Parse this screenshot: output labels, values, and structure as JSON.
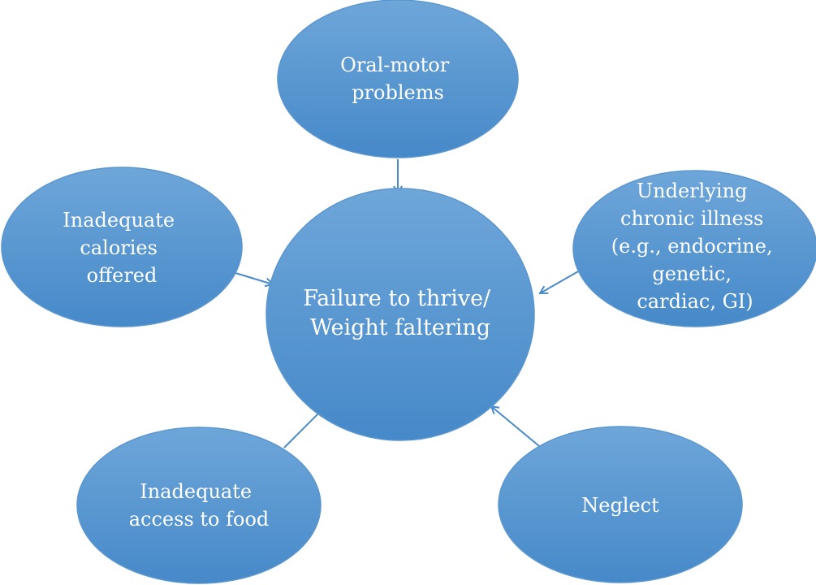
{
  "diagram": {
    "type": "cause-effect-hub",
    "colors": {
      "node_fill_top": "#6ea6d9",
      "node_fill_bottom": "#4689c9",
      "node_stroke": "#5b96cf",
      "arrow": "#4a8ac9",
      "text": "#ffffff",
      "background": "#ffffff"
    },
    "center": {
      "id": "center",
      "lines": [
        "Failure to thrive/",
        "Weight faltering"
      ]
    },
    "causes": [
      {
        "id": "oral-motor",
        "lines": [
          "Oral-motor",
          "problems"
        ]
      },
      {
        "id": "inadequate-calories",
        "lines": [
          "Inadequate",
          "calories",
          "offered"
        ]
      },
      {
        "id": "chronic-illness",
        "lines": [
          "Underlying",
          "chronic illness",
          "(e.g., endocrine,",
          "genetic,",
          "cardiac, GI)"
        ]
      },
      {
        "id": "inadequate-access",
        "lines": [
          "Inadequate",
          "access to food"
        ]
      },
      {
        "id": "neglect",
        "lines": [
          "Neglect"
        ]
      }
    ],
    "edges": [
      {
        "from": "oral-motor",
        "to": "center"
      },
      {
        "from": "inadequate-calories",
        "to": "center"
      },
      {
        "from": "chronic-illness",
        "to": "center"
      },
      {
        "from": "inadequate-access",
        "to": "center"
      },
      {
        "from": "neglect",
        "to": "center"
      }
    ]
  }
}
